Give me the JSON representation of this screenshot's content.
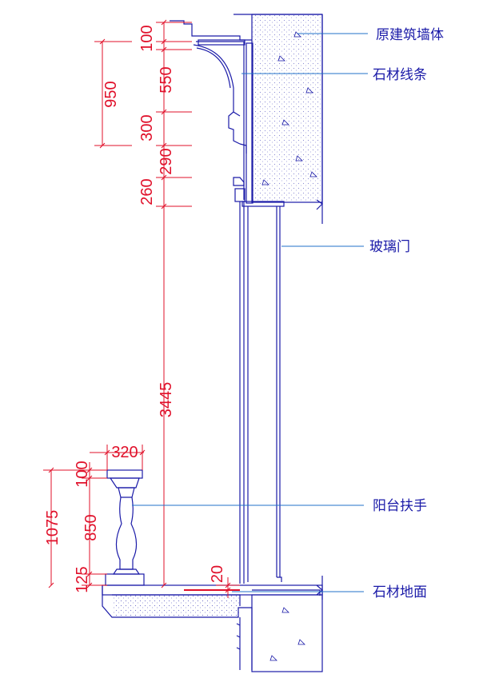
{
  "labels": {
    "wall": "原建筑墙体",
    "stone_trim": "石材线条",
    "glass_door": "玻璃门",
    "balcony_rail": "阳台扶手",
    "stone_floor": "石材地面"
  },
  "dimensions": {
    "d100_top": "100",
    "d550": "550",
    "d950": "950",
    "d300": "300",
    "d290": "290",
    "d260": "260",
    "d3445": "3445",
    "d320": "320",
    "d100_rail": "100",
    "d1075": "1075",
    "d850": "850",
    "d125": "125",
    "d20": "20"
  },
  "colors": {
    "dimension": "#e0102a",
    "linework": "#1a1aa8",
    "leader": "#2070c8"
  }
}
